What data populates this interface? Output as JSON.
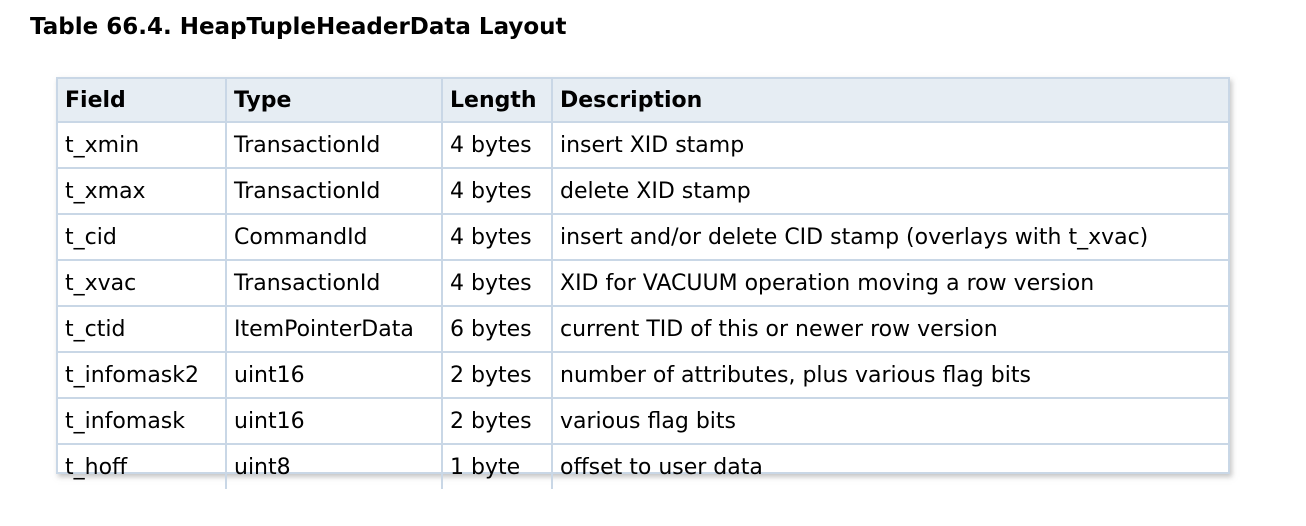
{
  "caption": "Table 66.4. HeapTupleHeaderData Layout",
  "headers": [
    "Field",
    "Type",
    "Length",
    "Description"
  ],
  "rows": [
    [
      "t_xmin",
      "TransactionId",
      "4 bytes",
      "insert XID stamp"
    ],
    [
      "t_xmax",
      "TransactionId",
      "4 bytes",
      "delete XID stamp"
    ],
    [
      "t_cid",
      "CommandId",
      "4 bytes",
      "insert and/or delete CID stamp (overlays with t_xvac)"
    ],
    [
      "t_xvac",
      "TransactionId",
      "4 bytes",
      "XID for VACUUM operation moving a row version"
    ],
    [
      "t_ctid",
      "ItemPointerData",
      "6 bytes",
      "current TID of this or newer row version"
    ],
    [
      "t_infomask2",
      "uint16",
      "2 bytes",
      "number of attributes, plus various flag bits"
    ],
    [
      "t_infomask",
      "uint16",
      "2 bytes",
      "various flag bits"
    ],
    [
      "t_hoff",
      "uint8",
      "1 byte",
      "offset to user data"
    ]
  ],
  "colors": {
    "border": "#c9d7e6",
    "header_background": "#e6edf3"
  }
}
